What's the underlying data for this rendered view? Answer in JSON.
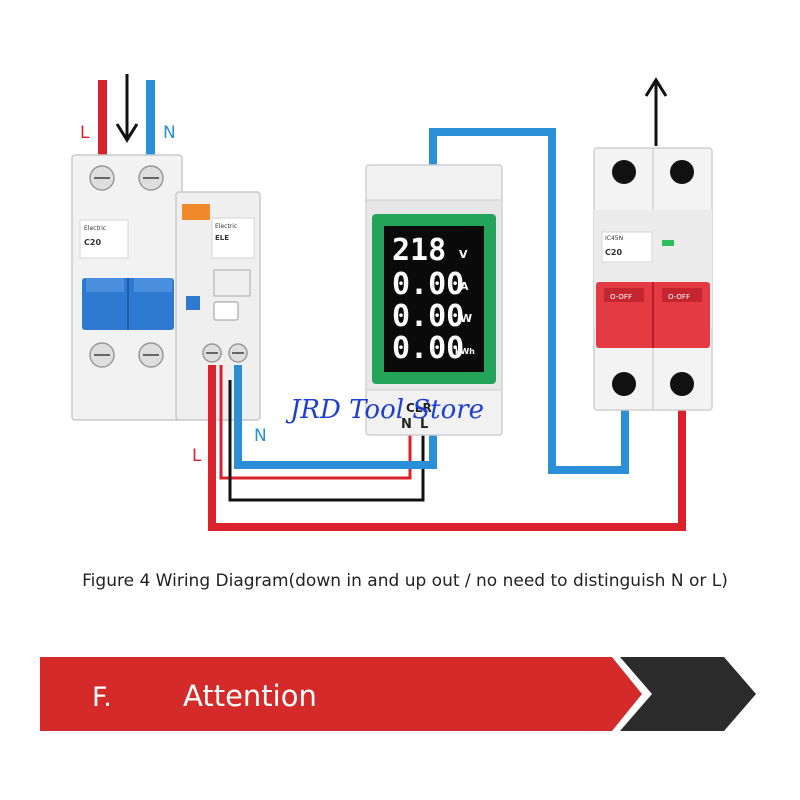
{
  "labels": {
    "line_top": "L",
    "neutral_top": "N",
    "line_bottom": "L",
    "neutral_bottom": "N",
    "meter_n": "N",
    "meter_l": "L",
    "meter_clr": "CLR"
  },
  "rcd_breaker": {
    "brand": "Electric",
    "model": "C20",
    "module_brand": "Electric",
    "module_model": "ELE"
  },
  "meter_display": {
    "voltage": "218",
    "voltage_unit": "V",
    "current": "0.00",
    "current_unit": "A",
    "power": "0.00",
    "power_unit": "W",
    "energy": "0.00",
    "energy_unit": "kWh"
  },
  "output_breaker": {
    "model": "IC45N",
    "rating": "C20",
    "off_left": "O-OFF",
    "off_right": "O-OFF"
  },
  "watermark": "JRD Tool Store",
  "caption": "Figure 4 Wiring Diagram(down in and up out / no need to distinguish N or L)",
  "banner": {
    "letter": "F.",
    "title": "Attention"
  },
  "colors": {
    "live_wire": "#d9222b",
    "neutral_wire": "#2a8fd6",
    "black_wire": "#111111",
    "breaker_blue": "#2e7ad0",
    "breaker_red": "#e33a44",
    "lcd_green": "#24a35a",
    "banner_red": "#d42a2a",
    "banner_dark": "#2b2b2b"
  }
}
